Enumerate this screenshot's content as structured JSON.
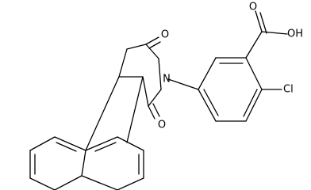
{
  "molecule": {
    "atoms": {
      "carbonyl_o_top": "O",
      "carbonyl_o_bottom": "O",
      "imide_n": "N",
      "acid_o_double": "O",
      "acid_oh": "OH",
      "chlorine": "Cl"
    }
  }
}
